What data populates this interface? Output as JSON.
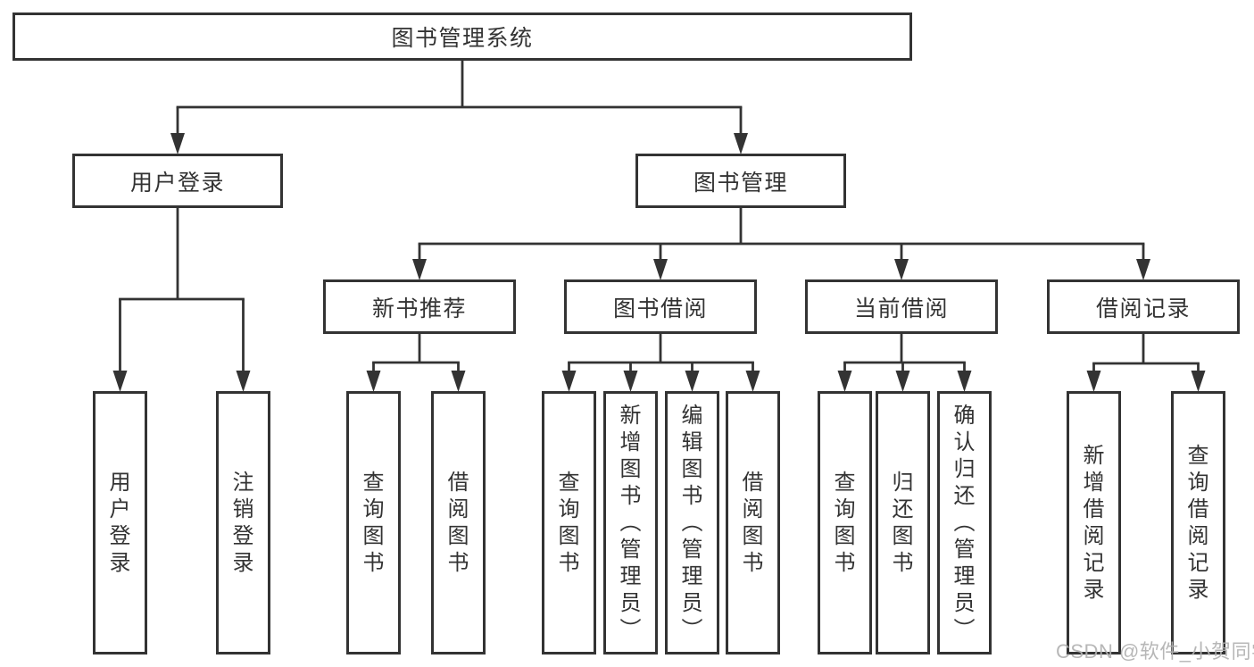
{
  "watermark": "CSDN @软件_小贺同学",
  "colors": {
    "box_border": "#333333",
    "text": "#333333",
    "connector_line": "#333333",
    "watermark_text": "#b1b1b1",
    "background": "#ffffff"
  },
  "diagram": {
    "type": "hierarchy-tree",
    "title": "图书管理系统",
    "nodes": [
      {
        "id": "system",
        "label": "图书管理系统",
        "orientation": "horizontal"
      },
      {
        "id": "user-login-group",
        "label": "用户登录",
        "orientation": "horizontal"
      },
      {
        "id": "book-mgmt",
        "label": "图书管理",
        "orientation": "horizontal"
      },
      {
        "id": "new-book-rec",
        "label": "新书推荐",
        "orientation": "horizontal"
      },
      {
        "id": "book-borrow",
        "label": "图书借阅",
        "orientation": "horizontal"
      },
      {
        "id": "current-borrow",
        "label": "当前借阅",
        "orientation": "horizontal"
      },
      {
        "id": "borrow-records",
        "label": "借阅记录",
        "orientation": "horizontal"
      },
      {
        "id": "user-login",
        "label": "用户登录",
        "orientation": "vertical"
      },
      {
        "id": "logout-login",
        "label": "注销登录",
        "orientation": "vertical"
      },
      {
        "id": "nb-query-books",
        "label": "查询图书",
        "orientation": "vertical"
      },
      {
        "id": "nb-borrow-books",
        "label": "借阅图书",
        "orientation": "vertical"
      },
      {
        "id": "bb-query-books",
        "label": "查询图书",
        "orientation": "vertical"
      },
      {
        "id": "bb-add-books",
        "label": "新增图书（管理员）",
        "orientation": "vertical"
      },
      {
        "id": "bb-edit-books",
        "label": "编辑图书（管理员）",
        "orientation": "vertical"
      },
      {
        "id": "bb-borrow-books",
        "label": "借阅图书",
        "orientation": "vertical"
      },
      {
        "id": "cb-query-books",
        "label": "查询图书",
        "orientation": "vertical"
      },
      {
        "id": "cb-return-books",
        "label": "归还图书",
        "orientation": "vertical"
      },
      {
        "id": "cb-confirm-return",
        "label": "确认归还（管理员）",
        "orientation": "vertical"
      },
      {
        "id": "br-add-record",
        "label": "新增借阅记录",
        "orientation": "vertical"
      },
      {
        "id": "br-query-record",
        "label": "查询借阅记录",
        "orientation": "vertical"
      }
    ],
    "edges": [
      {
        "from": "system",
        "to": [
          "user-login-group",
          "book-mgmt"
        ]
      },
      {
        "from": "user-login-group",
        "to": [
          "user-login",
          "logout-login"
        ]
      },
      {
        "from": "book-mgmt",
        "to": [
          "new-book-rec",
          "book-borrow",
          "current-borrow",
          "borrow-records"
        ]
      },
      {
        "from": "new-book-rec",
        "to": [
          "nb-query-books",
          "nb-borrow-books"
        ]
      },
      {
        "from": "book-borrow",
        "to": [
          "bb-query-books",
          "bb-add-books",
          "bb-edit-books",
          "bb-borrow-books"
        ]
      },
      {
        "from": "current-borrow",
        "to": [
          "cb-query-books",
          "cb-return-books",
          "cb-confirm-return"
        ]
      },
      {
        "from": "borrow-records",
        "to": [
          "br-add-record",
          "br-query-record"
        ]
      }
    ]
  }
}
